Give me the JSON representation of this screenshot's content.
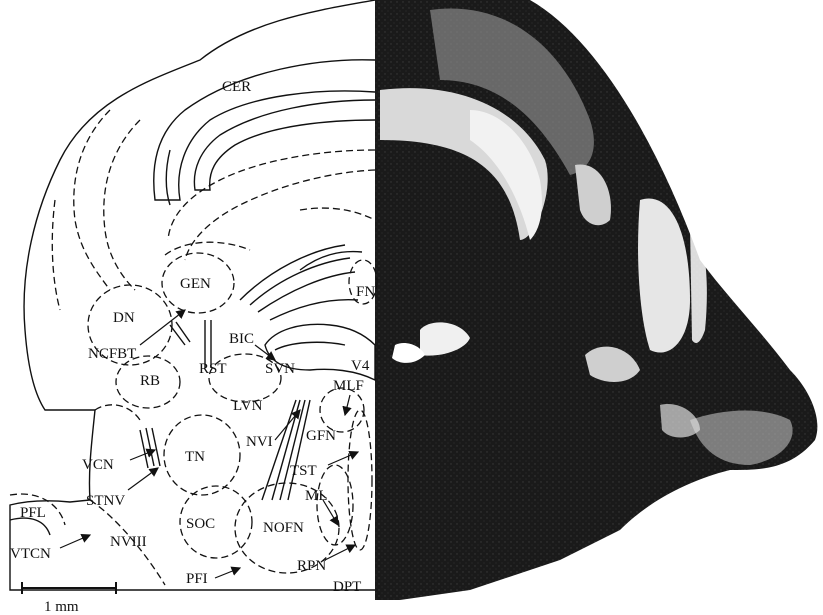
{
  "labels": {
    "cer": "CER",
    "fn": "FN",
    "gen": "GEN",
    "dn": "DN",
    "ncfbt": "NCFBT",
    "bic": "BIC",
    "rst": "RST",
    "rb": "RB",
    "svn": "SVN",
    "v4": "V4",
    "mlf": "MLF",
    "lvn": "LVN",
    "nvi": "NVI",
    "gfn": "GFN",
    "vcn": "VCN",
    "tn": "TN",
    "tst": "TST",
    "stnv": "STNV",
    "ml": "ML",
    "soc": "SOC",
    "nofn": "NOFN",
    "pfl": "PFL",
    "vtcn": "VTCN",
    "nviii": "NVIII",
    "rpn": "RPN",
    "pfi": "PFI",
    "dpt": "DPT"
  },
  "scale_bar": {
    "label": "1 mm"
  },
  "colors": {
    "ink": "#111111",
    "photo_dark": "#141414",
    "photo_light": "#d9d9d9"
  }
}
